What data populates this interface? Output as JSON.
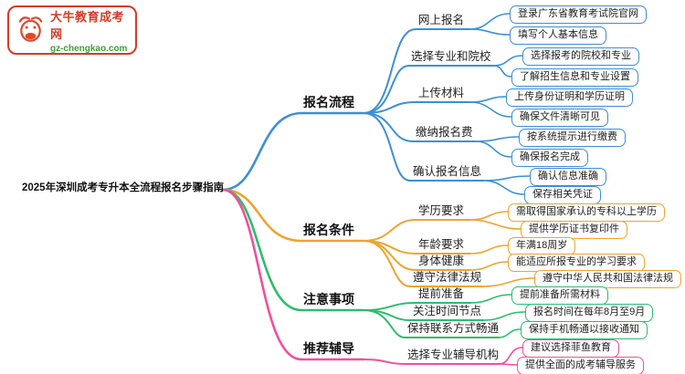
{
  "logo": {
    "site_name": "大牛教育成考网",
    "site_url": "gz-chengkao.com",
    "accent_color": "#d63b28",
    "url_color": "#3e9e3e"
  },
  "root": {
    "title": "2025年深圳成考专升本全流程报名步骤指南"
  },
  "branches": [
    {
      "label": "报名流程",
      "color": "#3d8fd6",
      "children": [
        {
          "label": "网上报名",
          "leaves": [
            "登录广东省教育考试院官网",
            "填写个人基本信息"
          ]
        },
        {
          "label": "选择专业和院校",
          "leaves": [
            "选择报考的院校和专业",
            "了解招生信息和专业设置"
          ]
        },
        {
          "label": "上传材料",
          "leaves": [
            "上传身份证明和学历证明",
            "确保文件清晰可见"
          ]
        },
        {
          "label": "缴纳报名费",
          "leaves": [
            "按系统提示进行缴费",
            "确保报名完成"
          ]
        },
        {
          "label": "确认报名信息",
          "leaves": [
            "确认信息准确",
            "保存相关凭证"
          ]
        }
      ]
    },
    {
      "label": "报名条件",
      "color": "#f0a330",
      "children": [
        {
          "label": "学历要求",
          "leaves": [
            "需取得国家承认的专科以上学历",
            "提供学历证书复印件"
          ]
        },
        {
          "label": "年龄要求",
          "leaves": [
            "年满18周岁"
          ]
        },
        {
          "label": "身体健康",
          "leaves": [
            "能适应所报专业的学习要求"
          ]
        },
        {
          "label": "遵守法律法规",
          "leaves": [
            "遵守中华人民共和国法律法规"
          ]
        }
      ]
    },
    {
      "label": "注意事项",
      "color": "#2ebd6b",
      "children": [
        {
          "label": "提前准备",
          "leaves": [
            "提前准备所需材料"
          ]
        },
        {
          "label": "关注时间节点",
          "leaves": [
            "报名时间在每年8月至9月"
          ]
        },
        {
          "label": "保持联系方式畅通",
          "leaves": [
            "保持手机畅通以接收通知"
          ]
        }
      ]
    },
    {
      "label": "推荐辅导",
      "color": "#f0509b",
      "children": [
        {
          "label": "选择专业辅导机构",
          "leaves": [
            "建议选择菲鱼教育",
            "提供全面的成考辅导服务"
          ]
        }
      ]
    }
  ]
}
